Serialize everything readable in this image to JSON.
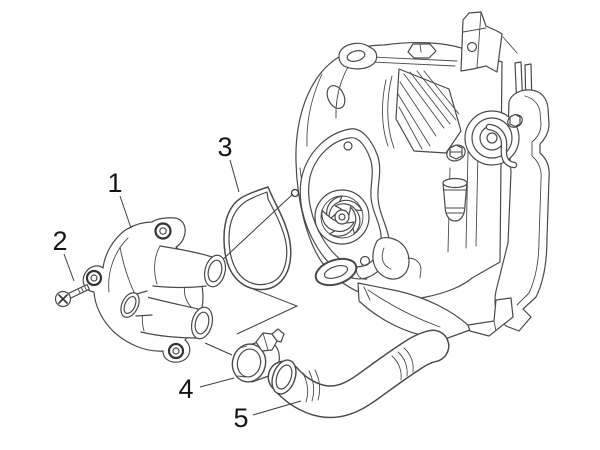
{
  "diagram": {
    "background_color": "#ffffff",
    "line_color": "#4a4a4a",
    "label_color": "#151515",
    "callouts": [
      {
        "number": "1"
      },
      {
        "number": "2"
      },
      {
        "number": "3"
      },
      {
        "number": "4"
      },
      {
        "number": "5"
      }
    ]
  }
}
